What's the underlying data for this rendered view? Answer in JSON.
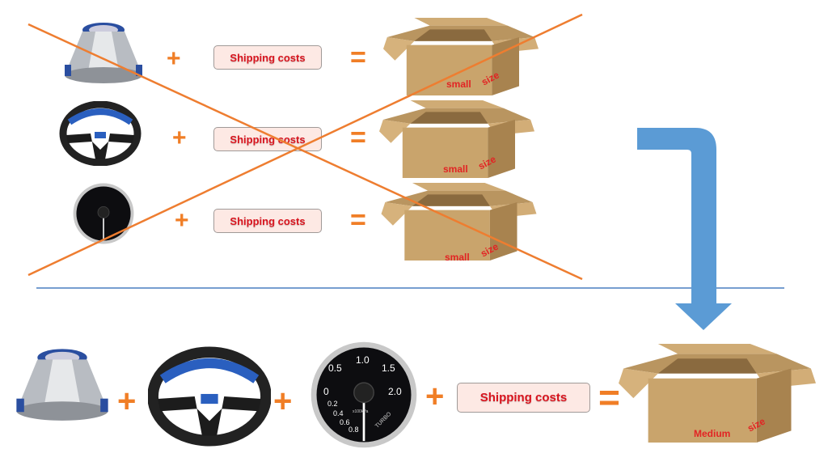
{
  "rows": [
    {
      "item": "air-filter",
      "label": "Shipping costs",
      "box_text": "small",
      "box_size": "size"
    },
    {
      "item": "steering-wheel",
      "label": "Shipping costs",
      "box_text": "small",
      "box_size": "size"
    },
    {
      "item": "boost-gauge",
      "label": "Shipping costs",
      "box_text": "small",
      "box_size": "size"
    }
  ],
  "combined": {
    "label": "Shipping costs",
    "box_text": "Medium",
    "box_size": "size"
  },
  "symbols": {
    "plus": "+",
    "equals": "="
  },
  "gauge": {
    "ticks": [
      "0.5",
      "1.0",
      "1.5",
      "0",
      "2.0",
      "0.2",
      "0.4",
      "0.6",
      "0.8"
    ],
    "unit": "x100kPa",
    "name": "TURBO"
  },
  "colors": {
    "accent": "#f07e26",
    "arrow": "#5b9bd5",
    "divider": "#4a7fc1",
    "text_red": "#d9141e",
    "label_bg": "#fde9e4",
    "cardboard": "#c9a46c"
  }
}
